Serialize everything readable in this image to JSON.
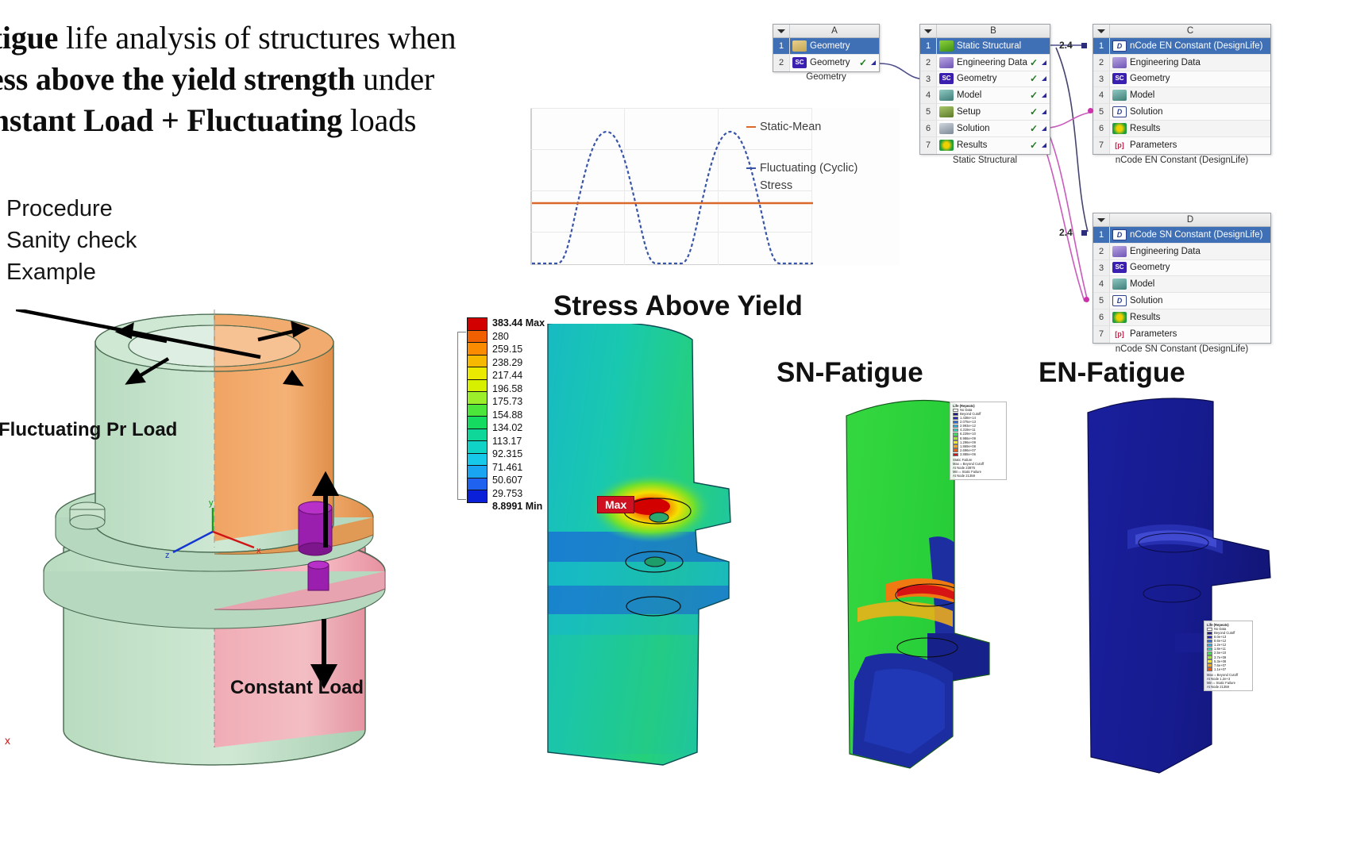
{
  "slide": {
    "title_lines": [
      {
        "pre": "",
        "bold1": "atigue",
        "mid": " life analysis of structures when",
        "bold2": "",
        "post": ""
      },
      {
        "pre": "",
        "bold1": "ress above the yield strength",
        "mid": " under",
        "bold2": "",
        "post": ""
      },
      {
        "pre": "",
        "bold1": "onstant Load + Fluctuating",
        "mid": " loads",
        "bold2": "",
        "post": ""
      }
    ],
    "bullets": [
      "Procedure",
      "Sanity check",
      "Example"
    ],
    "heading_stress_above_yield": "Stress Above Yield",
    "heading_sn_fatigue": "SN-Fatigue",
    "heading_en_fatigue": "EN-Fatigue",
    "label_fluctuating_load": "Fluctuating Pr Load",
    "label_constant_load": "Constant Load",
    "corner_axis_x": "x"
  },
  "load_chart": {
    "legend": [
      {
        "label": "Static-Mean",
        "color": "#d96a2b",
        "marker": "dash"
      },
      {
        "label": "Fluctuating (Cyclic)",
        "color": "#3a55a8",
        "marker": "dash"
      },
      {
        "label": "Stress",
        "color": "#3a55a8",
        "marker": "none"
      }
    ]
  },
  "chart_data": {
    "type": "line",
    "title": "",
    "xlabel": "",
    "ylabel": "",
    "xlim": [
      0,
      10
    ],
    "ylim": [
      0,
      1
    ],
    "grid": true,
    "legend_position": "right",
    "series": [
      {
        "name": "Static-Mean",
        "color": "#d96a2b",
        "style": "solid",
        "x": [
          0,
          10
        ],
        "values": [
          0.42,
          0.42
        ]
      },
      {
        "name": "Fluctuating (Cyclic) Stress",
        "color": "#3a55a8",
        "style": "dashed",
        "description": "Two full rectified sine humps on a zero baseline",
        "x": [
          0,
          0.6,
          1.2,
          1.8,
          2.4,
          3.0,
          3.6,
          4.2,
          4.8,
          5.4,
          6.0,
          6.6,
          7.2,
          7.8,
          8.4,
          9.0,
          9.6,
          10.0
        ],
        "values": [
          0.0,
          0.0,
          0.18,
          0.62,
          0.92,
          1.0,
          0.92,
          0.62,
          0.18,
          0.0,
          0.0,
          0.18,
          0.62,
          0.92,
          1.0,
          0.92,
          0.35,
          0.0
        ]
      }
    ]
  },
  "workbench": {
    "systems": [
      {
        "id": "A",
        "letter": "A",
        "caption": "Geometry",
        "rows": [
          {
            "num": "1",
            "label": "Geometry",
            "icon": "geometry-block-icon",
            "selected": true,
            "check": "",
            "tri": false
          },
          {
            "num": "2",
            "label": "Geometry",
            "icon": "spaceclaim-icon",
            "selected": false,
            "check": "✓",
            "tri": true
          }
        ]
      },
      {
        "id": "B",
        "letter": "B",
        "caption": "Static Structural",
        "rows": [
          {
            "num": "1",
            "label": "Static Structural",
            "icon": "static-structural-icon",
            "selected": true,
            "check": "",
            "tri": false
          },
          {
            "num": "2",
            "label": "Engineering Data",
            "icon": "engineering-data-icon",
            "selected": false,
            "check": "✓",
            "tri": true
          },
          {
            "num": "3",
            "label": "Geometry",
            "icon": "spaceclaim-icon",
            "selected": false,
            "check": "✓",
            "tri": true
          },
          {
            "num": "4",
            "label": "Model",
            "icon": "model-icon",
            "selected": false,
            "check": "✓",
            "tri": true
          },
          {
            "num": "5",
            "label": "Setup",
            "icon": "setup-icon",
            "selected": false,
            "check": "✓",
            "tri": true
          },
          {
            "num": "6",
            "label": "Solution",
            "icon": "solution-icon",
            "selected": false,
            "check": "✓",
            "tri": true
          },
          {
            "num": "7",
            "label": "Results",
            "icon": "results-icon",
            "selected": false,
            "check": "✓",
            "tri": true
          }
        ]
      },
      {
        "id": "C",
        "letter": "C",
        "caption": "nCode EN Constant (DesignLife)",
        "rows": [
          {
            "num": "1",
            "label": "nCode EN Constant (DesignLife)",
            "icon": "designlife-icon",
            "selected": true,
            "check": "",
            "tri": false
          },
          {
            "num": "2",
            "label": "Engineering Data",
            "icon": "engineering-data-icon",
            "selected": false,
            "check": "",
            "tri": false
          },
          {
            "num": "3",
            "label": "Geometry",
            "icon": "spaceclaim-icon",
            "selected": false,
            "check": "",
            "tri": false
          },
          {
            "num": "4",
            "label": "Model",
            "icon": "model-icon",
            "selected": false,
            "check": "",
            "tri": false
          },
          {
            "num": "5",
            "label": "Solution",
            "icon": "designlife-icon",
            "selected": false,
            "check": "",
            "tri": false
          },
          {
            "num": "6",
            "label": "Results",
            "icon": "results-icon",
            "selected": false,
            "check": "",
            "tri": false
          },
          {
            "num": "7",
            "label": "Parameters",
            "icon": "parameters-icon",
            "selected": false,
            "check": "",
            "tri": false
          }
        ]
      },
      {
        "id": "D",
        "letter": "D",
        "caption": "nCode SN Constant (DesignLife)",
        "rows": [
          {
            "num": "1",
            "label": "nCode SN Constant (DesignLife)",
            "icon": "designlife-icon",
            "selected": true,
            "check": "",
            "tri": false
          },
          {
            "num": "2",
            "label": "Engineering Data",
            "icon": "engineering-data-icon",
            "selected": false,
            "check": "",
            "tri": false
          },
          {
            "num": "3",
            "label": "Geometry",
            "icon": "spaceclaim-icon",
            "selected": false,
            "check": "",
            "tri": false
          },
          {
            "num": "4",
            "label": "Model",
            "icon": "model-icon",
            "selected": false,
            "check": "",
            "tri": false
          },
          {
            "num": "5",
            "label": "Solution",
            "icon": "designlife-icon",
            "selected": false,
            "check": "",
            "tri": false
          },
          {
            "num": "6",
            "label": "Results",
            "icon": "results-icon",
            "selected": false,
            "check": "",
            "tri": false
          },
          {
            "num": "7",
            "label": "Parameters",
            "icon": "parameters-icon",
            "selected": false,
            "check": "",
            "tri": false
          }
        ]
      }
    ],
    "link_labels": {
      "c_link": "2.4",
      "d_link": "2.4"
    }
  },
  "stress_legend": {
    "unit_note": "",
    "entries": [
      {
        "value": "383.44 Max",
        "color": "#d30000",
        "bold": true
      },
      {
        "value": "280",
        "color": "#f06000",
        "bold": false
      },
      {
        "value": "259.15",
        "color": "#fb8b00",
        "bold": false
      },
      {
        "value": "238.29",
        "color": "#f7b800",
        "bold": false
      },
      {
        "value": "217.44",
        "color": "#ece900",
        "bold": false
      },
      {
        "value": "196.58",
        "color": "#d6f000",
        "bold": false
      },
      {
        "value": "175.73",
        "color": "#9cee2a",
        "bold": false
      },
      {
        "value": "154.88",
        "color": "#4ce63a",
        "bold": false
      },
      {
        "value": "134.02",
        "color": "#15dc60",
        "bold": false
      },
      {
        "value": "113.17",
        "color": "#0fd79a",
        "bold": false
      },
      {
        "value": "92.315",
        "color": "#0fd3c6",
        "bold": false
      },
      {
        "value": "71.461",
        "color": "#16c9ea",
        "bold": false
      },
      {
        "value": "50.607",
        "color": "#1aa5f2",
        "bold": false
      },
      {
        "value": "29.753",
        "color": "#1f62ef",
        "bold": false
      },
      {
        "value": "8.8991 Min",
        "color": "#0a1fd8",
        "bold": true
      }
    ]
  },
  "max_callout": {
    "label": "Max"
  },
  "ncode_legend_sn": {
    "title": "Life (Repeats)",
    "entries": [
      {
        "label": "No Data",
        "color": "#ffffff"
      },
      {
        "label": "Beyond Cutoff",
        "color": "#1a1a8c"
      },
      {
        "label": "1.438e+14",
        "color": "#2323c8"
      },
      {
        "label": "2.075e+13",
        "color": "#2b6ee0"
      },
      {
        "label": "2.993e+12",
        "color": "#27b6e6"
      },
      {
        "label": "4.319e+11",
        "color": "#2fd9c0"
      },
      {
        "label": "6.229e+10",
        "color": "#3ce05a"
      },
      {
        "label": "8.986e+09",
        "color": "#9ee632"
      },
      {
        "label": "1.296e+09",
        "color": "#ede62a"
      },
      {
        "label": "1.869e+08",
        "color": "#f4a71e"
      },
      {
        "label": "2.696e+07",
        "color": "#ef5a12"
      },
      {
        "label": "3.888e+06",
        "color": "#cf1212"
      }
    ],
    "footer": [
      "Static Failure",
      "Max = Beyond Cutoff",
      "At Node 23875",
      "Min = Static Failure",
      "At Node 21359"
    ]
  },
  "ncode_legend_en": {
    "title": "Life (Repeats)",
    "entries": [
      {
        "label": "No Data",
        "color": "#ffffff"
      },
      {
        "label": "Beyond Cutoff",
        "color": "#1a1a8c"
      },
      {
        "label": "6.0e+13",
        "color": "#2323c8"
      },
      {
        "label": "8.6e+12",
        "color": "#2b6ee0"
      },
      {
        "label": "1.2e+12",
        "color": "#27b6e6"
      },
      {
        "label": "1.8e+11",
        "color": "#2fd9c0"
      },
      {
        "label": "2.5e+10",
        "color": "#3ce05a"
      },
      {
        "label": "3.7e+09",
        "color": "#9ee632"
      },
      {
        "label": "5.3e+08",
        "color": "#ede62a"
      },
      {
        "label": "7.6e+07",
        "color": "#f4a71e"
      },
      {
        "label": "1.1e+07",
        "color": "#ef5a12"
      }
    ],
    "footer": [
      "Max = Beyond Cutoff",
      "At Node 1.2e+3",
      "Min = Static Failure",
      "At Node 21359"
    ]
  }
}
